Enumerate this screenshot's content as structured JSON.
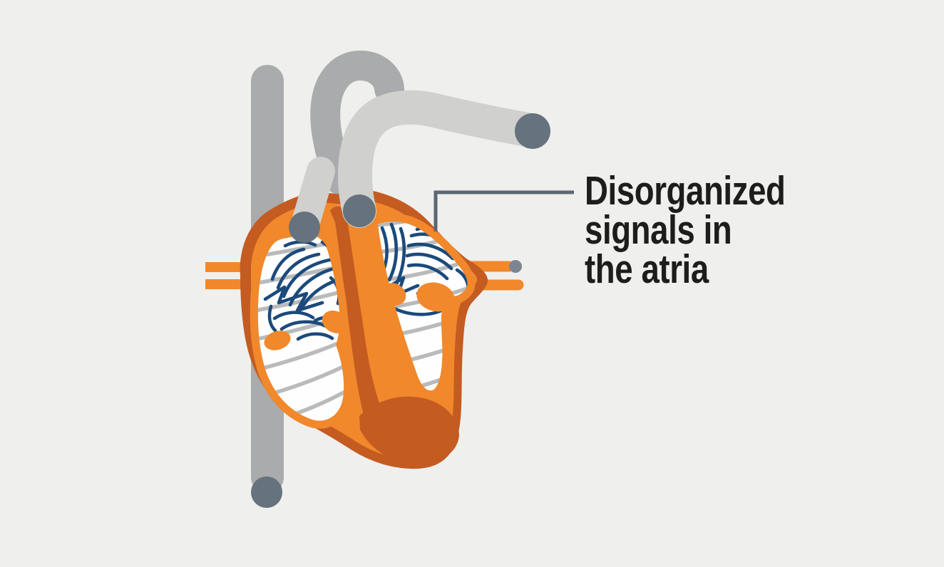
{
  "figure": {
    "type": "medical-illustration",
    "subject": "heart cross-section with atrial fibrillation signals",
    "annotation": {
      "label_text": "Disorganized signals in the atria",
      "label_lines": [
        "Disorganized",
        "signals in",
        "the atria"
      ]
    },
    "parts": [
      "vena-cava-tube",
      "pulmonary-artery-tube",
      "aorta-tube",
      "pulmonary-vessel-bars",
      "heart-cross-section",
      "right-heart-chamber",
      "left-heart-chamber",
      "disorganized-signal-lines",
      "callout-line"
    ],
    "colors": {
      "background": "#efefee",
      "heart_wall_dark": "#c45b21",
      "heart_wall_bright": "#f1882b",
      "chamber_fill": "#fefefe",
      "signal_line": "#1b4a7c",
      "muscle_line": "#b9babb",
      "vessel_gray": "#a9abac",
      "vessel_light_gray": "#d0d0cf",
      "vessel_cap_slate": "#66727d",
      "vessel_cap_small": "#7c8692",
      "callout_line": "#5c6771",
      "label_text_color": "#1d1d1b"
    }
  }
}
